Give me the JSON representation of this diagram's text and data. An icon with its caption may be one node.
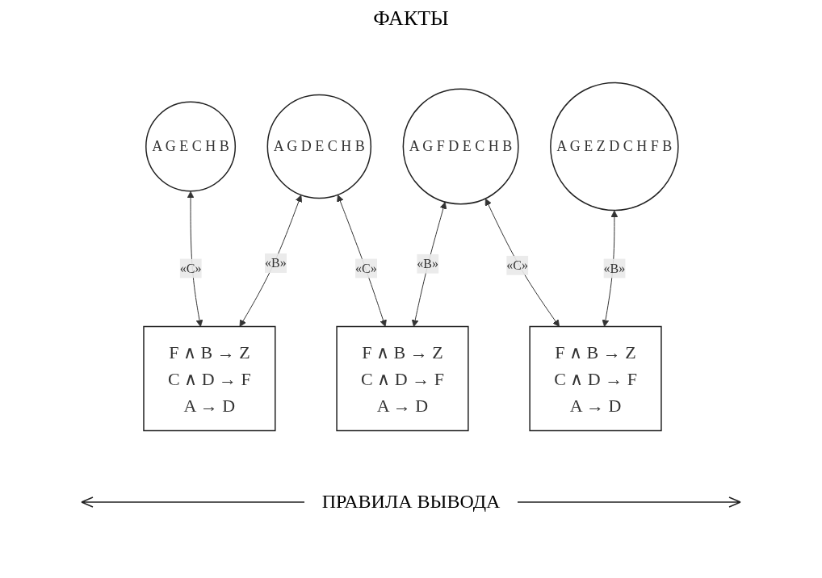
{
  "diagram": {
    "title": "ФАКТЫ",
    "nodes": [
      {
        "text": [
          "A G E C H B"
        ]
      },
      {
        "text": [
          "A G D E C H B"
        ]
      },
      {
        "text": [
          "A G F D E C H B"
        ]
      },
      {
        "text": [
          "A G E Z D C H F B"
        ]
      },
      {
        "text": [
          "F ∧ B → Z",
          "C ∧ D → F",
          "A → D"
        ]
      },
      {
        "text": [
          "F ∧ B → Z",
          "C ∧ D → F",
          "A → D"
        ]
      },
      {
        "text": [
          "F ∧ B → Z",
          "C ∧ D → F",
          "A → D"
        ]
      }
    ],
    "edges": [
      {
        "from": 0,
        "to": 4,
        "arrow": "both",
        "label": "«C»"
      },
      {
        "from": 1,
        "to": 4,
        "arrow": "both",
        "label": "«B»"
      },
      {
        "from": 1,
        "to": 5,
        "arrow": "both",
        "label": "«C»"
      },
      {
        "from": 2,
        "to": 5,
        "arrow": "both",
        "label": "«B»"
      },
      {
        "from": 2,
        "to": 6,
        "arrow": "both",
        "label": "«C»"
      },
      {
        "from": 3,
        "to": 6,
        "arrow": "both",
        "label": "«B»"
      }
    ],
    "labels": [
      "ПРАВИЛА ВЫВОДА"
    ]
  }
}
